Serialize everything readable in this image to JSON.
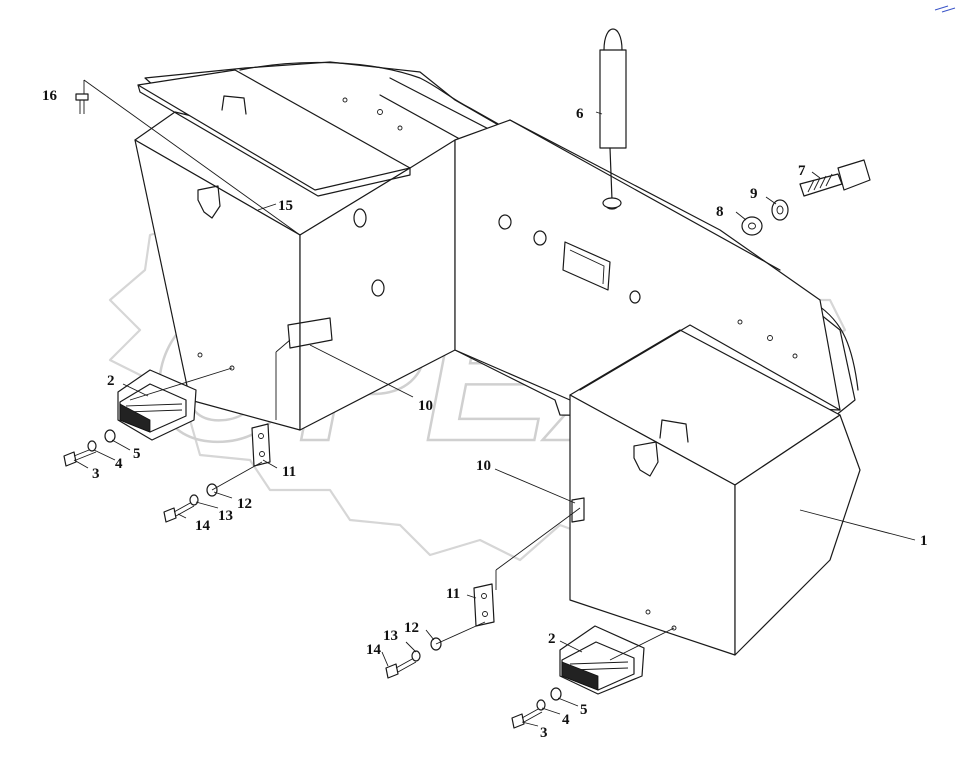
{
  "diagram": {
    "watermark": "OPEX",
    "parts": [
      {
        "id": "part-1",
        "label": "1"
      },
      {
        "id": "part-2-left",
        "label": "2"
      },
      {
        "id": "part-2-right",
        "label": "2"
      },
      {
        "id": "part-3-left",
        "label": "3"
      },
      {
        "id": "part-3-right",
        "label": "3"
      },
      {
        "id": "part-4-left",
        "label": "4"
      },
      {
        "id": "part-4-right",
        "label": "4"
      },
      {
        "id": "part-5-left",
        "label": "5"
      },
      {
        "id": "part-5-right",
        "label": "5"
      },
      {
        "id": "part-6",
        "label": "6"
      },
      {
        "id": "part-7",
        "label": "7"
      },
      {
        "id": "part-8",
        "label": "8"
      },
      {
        "id": "part-9",
        "label": "9"
      },
      {
        "id": "part-10-left",
        "label": "10"
      },
      {
        "id": "part-10-right",
        "label": "10"
      },
      {
        "id": "part-11-left",
        "label": "11"
      },
      {
        "id": "part-11-right",
        "label": "11"
      },
      {
        "id": "part-12-left",
        "label": "12"
      },
      {
        "id": "part-12-right",
        "label": "12"
      },
      {
        "id": "part-13-left",
        "label": "13"
      },
      {
        "id": "part-13-right",
        "label": "13"
      },
      {
        "id": "part-14-left",
        "label": "14"
      },
      {
        "id": "part-14-right",
        "label": "14"
      },
      {
        "id": "part-15",
        "label": "15"
      },
      {
        "id": "part-16",
        "label": "16"
      }
    ]
  }
}
